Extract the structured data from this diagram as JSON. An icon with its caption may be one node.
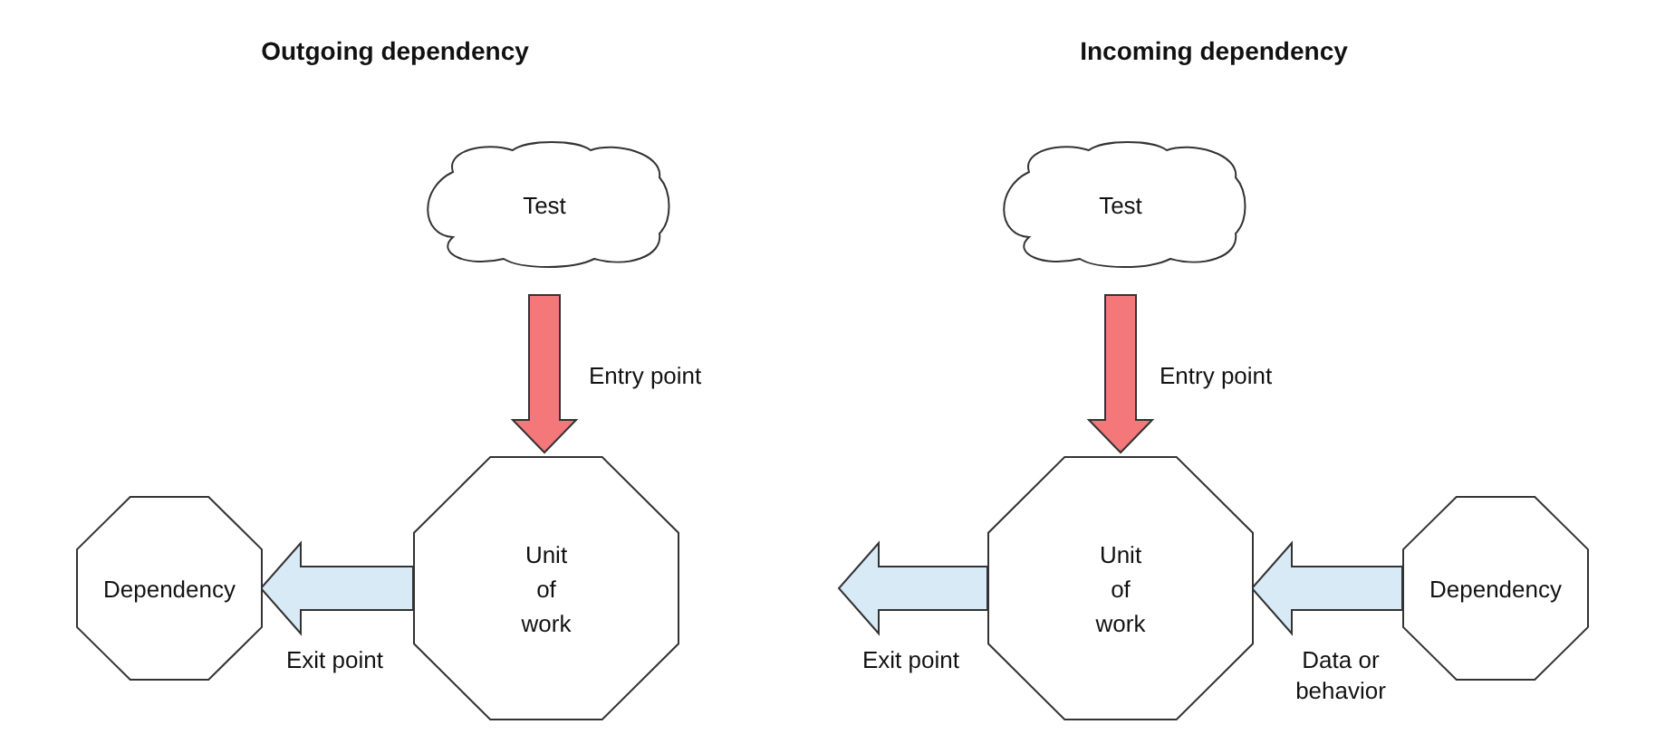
{
  "diagram": {
    "nodes": [
      {
        "text": [
          "Test"
        ]
      },
      {
        "text": [
          "Unit of work"
        ]
      },
      {
        "text": [
          "Dependency"
        ]
      },
      {
        "text": [
          "Test"
        ]
      },
      {
        "text": [
          "Unit of work"
        ]
      },
      {
        "text": [
          "Dependency"
        ]
      }
    ],
    "edges": [
      {
        "from": 0,
        "to": 1,
        "arrow": "to",
        "label": "Entry point",
        "color": "#f4777a"
      },
      {
        "from": 1,
        "to": 2,
        "arrow": "to",
        "label": "Exit point"
      },
      {
        "from": 3,
        "to": 4,
        "arrow": "to",
        "label": "Entry point",
        "color": "#f4777a"
      },
      {
        "from": 4,
        "to": null,
        "arrow": "to",
        "label": "Exit point"
      },
      {
        "from": 5,
        "to": 4,
        "arrow": "to",
        "label": "Data or behavior"
      }
    ],
    "labels": [
      "Outgoing dependency",
      "Incoming dependency"
    ]
  }
}
